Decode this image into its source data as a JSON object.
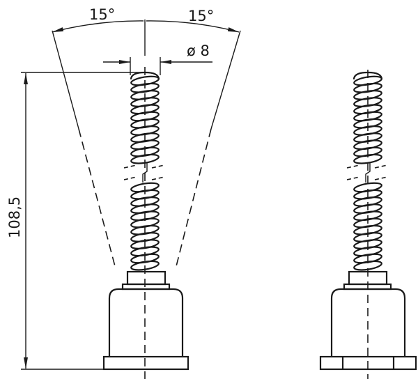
{
  "dimensions": {
    "angle_left": "15°",
    "angle_right": "15°",
    "diameter": "ø 8",
    "height": "108,5"
  }
}
